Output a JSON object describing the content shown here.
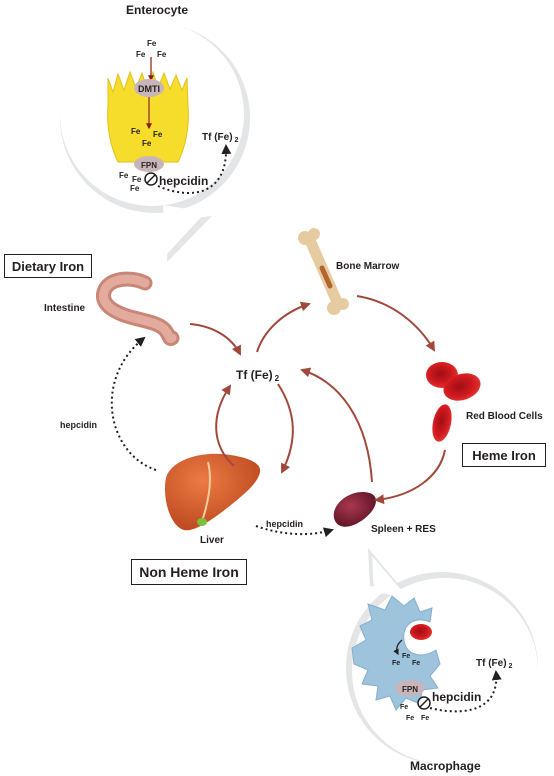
{
  "titles": {
    "enterocyte": "Enterocyte",
    "macrophage": "Macrophage"
  },
  "boxes": {
    "dietary_iron": "Dietary Iron",
    "heme_iron": "Heme Iron",
    "non_heme_iron": "Non Heme Iron"
  },
  "organs": {
    "intestine": "Intestine",
    "bone_marrow": "Bone Marrow",
    "red_blood_cells": "Red Blood Cells",
    "liver": "Liver",
    "spleen_res": "Spleen + RES"
  },
  "center": {
    "transferrin": "Tf (Fe)",
    "transferrin_sub": "2"
  },
  "regulators": {
    "hepcidin_left": "hepcidin",
    "hepcidin_bottom": "hepcidin"
  },
  "enterocyte": {
    "fe": "Fe",
    "dmt1": "DMTI",
    "fpn": "FPN",
    "hepcidin": "hepcidin",
    "tf": "Tf (Fe)",
    "tf_sub": "2"
  },
  "macrophage": {
    "fe": "Fe",
    "fpn": "FPN",
    "hepcidin": "hepcidin",
    "tf": "Tf (Fe)",
    "tf_sub": "2"
  },
  "colors": {
    "arrow": "#a0483b",
    "enterocyte_cell": "#f6dc2b",
    "macrophage_cell": "#9dc3dd",
    "transporter": "#c8b5b9",
    "liver": "#d9602b",
    "spleen": "#7a1f33",
    "rbc": "#c8161d",
    "intestine": "#d99a8e",
    "bone": "#e7cba0",
    "bubble": "#ffffff",
    "bubble_edge": "#d2d3d5",
    "text": "#231f20"
  }
}
